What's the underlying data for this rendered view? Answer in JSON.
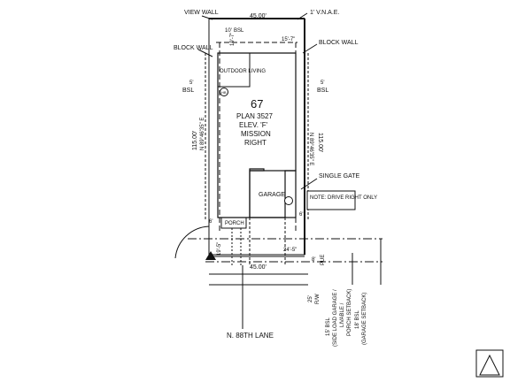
{
  "lot": {
    "number": "67",
    "plan": "PLAN 3527",
    "elevation": "ELEV. 'F'",
    "style": "MISSION",
    "orientation": "RIGHT"
  },
  "labels": {
    "view_wall": "VIEW WALL",
    "vnae": "1' V.N.A.E.",
    "block_wall_left": "BLOCK WALL",
    "block_wall_right": "BLOCK WALL",
    "outdoor_living": "OUTDOOR LIVING",
    "garage": "GARAGE",
    "porch": "PORCH",
    "single_gate": "SINGLE GATE",
    "note": "NOTE: DRIVE RIGHT ONLY",
    "street": "N. 88TH LANE",
    "hb": "HB",
    "side_bsl_a": "15' BSL",
    "side_bsl_b": "(SIDE LOAD GARAGE /",
    "side_bsl_c": "LIVABLE /",
    "side_bsl_d": "PORCH SETBACK)",
    "garage_bsl_a": "18' BSL",
    "garage_bsl_b": "(GARAGE SETBACK)"
  },
  "dimensions": {
    "top_width": "45.00'",
    "bottom_width": "45.00'",
    "left_depth": "115.00'",
    "right_depth": "115.00'",
    "left_bearing": "N 89°46'35\" E",
    "right_bearing": "N 89°46'35\" E",
    "rear_bsl": "10'",
    "rear_bsl_label": "BSL",
    "left_rear_offset": "19'-7\"",
    "right_rear_offset": "15'-7\"",
    "left_side_bsl": "5'",
    "left_side_bsl_label": "BSL",
    "right_side_bsl": "5'",
    "right_side_bsl_label": "BSL",
    "left_small_a": "6'",
    "right_small_a": "6'",
    "left_front_offset": "19'-5\"",
    "right_front_offset": "24'-5\"",
    "pue": "8'",
    "pue_label": "PUE",
    "row": "25'",
    "row_label": "R/W"
  }
}
